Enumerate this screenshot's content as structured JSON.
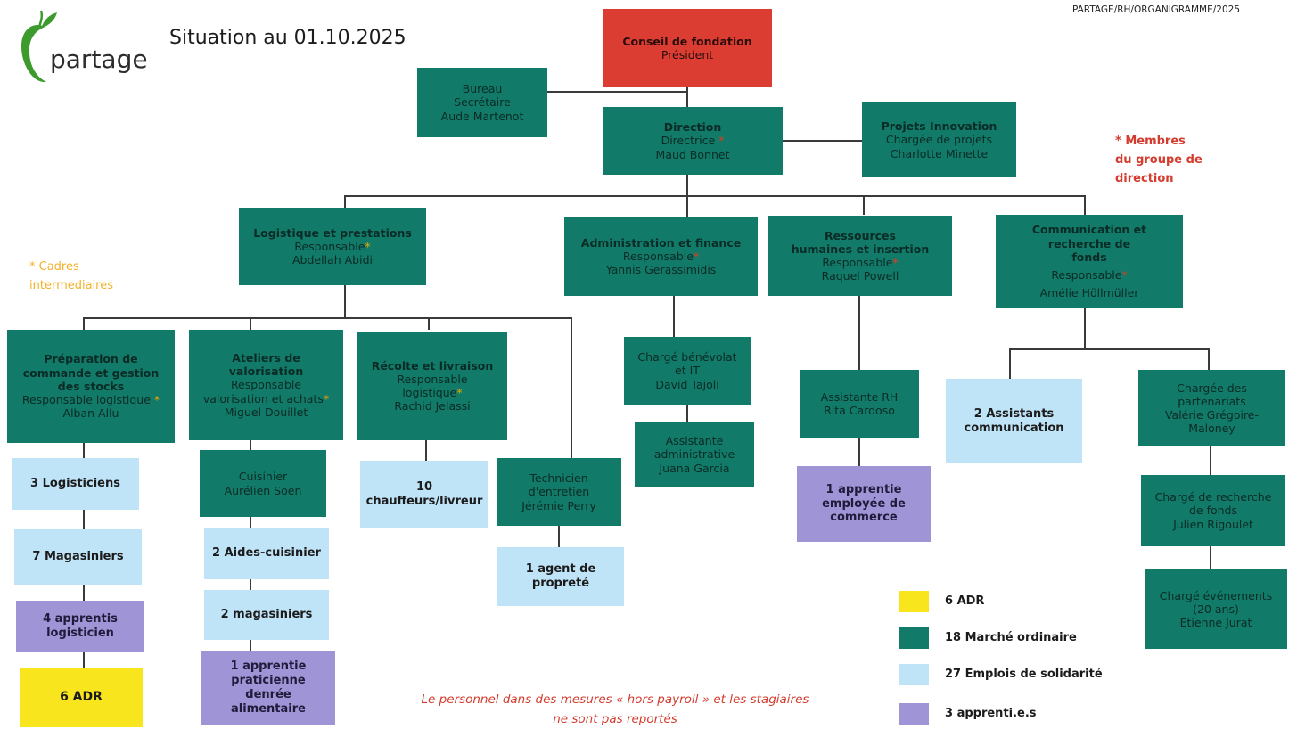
{
  "header": {
    "logo_text": "partage",
    "title": "Situation au 01.10.2025",
    "reference": "PARTAGE/RH/ORGANIGRAMME/2025"
  },
  "notes": {
    "membres_line1": "* Membres",
    "membres_line2": "du groupe de",
    "membres_line3": "direction",
    "cadres_line1": "* Cadres",
    "cadres_line2": "intermediaires",
    "footnote_line1": "Le personnel dans des mesures « hors payroll » et les stagiaires",
    "footnote_line2": "ne sont pas reportés"
  },
  "boxes": {
    "conseil": {
      "title": "Conseil de fondation",
      "role": "Président"
    },
    "bureau": {
      "l1": "Bureau",
      "l2": "Secrétaire",
      "l3": "Aude Martenot"
    },
    "direction": {
      "title": "Direction",
      "role": "Directrice",
      "name": "Maud Bonnet"
    },
    "projets": {
      "title": "Projets Innovation",
      "role": "Chargée de projets",
      "name": "Charlotte Minette"
    },
    "logistique": {
      "title": "Logistique et prestations",
      "role": "Responsable",
      "name": "Abdellah Abidi"
    },
    "admin": {
      "title": "Administration et finance",
      "role": "Responsable",
      "name": "Yannis Gerassimidis"
    },
    "rh": {
      "title1": "Ressources",
      "title2": "humaines et insertion",
      "role": "Responsable",
      "name": "Raquel Powell"
    },
    "comm": {
      "title1": "Communication et recherche de",
      "title2": "fonds",
      "role": "Responsable",
      "name": "Amélie Höllmüller"
    },
    "preparation": {
      "t1": "Préparation de",
      "t2": "commande et gestion",
      "t3": "des stocks",
      "role": "Responsable logistique",
      "name": "Alban Allu"
    },
    "ateliers": {
      "t1": "Ateliers de",
      "t2": "valorisation",
      "role1": "Responsable",
      "role2": "valorisation et achats",
      "name": "Miguel Douillet"
    },
    "recolte": {
      "title": "Récolte et livraison",
      "role1": "Responsable",
      "role2": "logistique",
      "name": "Rachid Jelassi"
    },
    "technicien": {
      "l1": "Technicien",
      "l2": "d'entretien",
      "l3": "Jérémie Perry"
    },
    "benevolat": {
      "l1": "Chargé bénévolat",
      "l2": "et IT",
      "l3": "David Tajoli"
    },
    "assistante_admin": {
      "l1": "Assistante",
      "l2": "administrative",
      "l3": "Juana Garcia"
    },
    "assistante_rh": {
      "l1": "Assistante RH",
      "l2": "Rita Cardoso"
    },
    "partenariats": {
      "l1": "Chargée des",
      "l2": "partenariats",
      "l3": "Valérie Grégoire-",
      "l4": "Maloney"
    },
    "recherche": {
      "l1": "Chargé de recherche",
      "l2": "de fonds",
      "l3": "Julien Rigoulet"
    },
    "evenements": {
      "l1": "Chargé événements",
      "l2": "(20 ans)",
      "l3": "Etienne Jurat"
    },
    "logisticiens": {
      "l1": "3 Logisticiens"
    },
    "magasiniers7": {
      "l1": "7 Magasiniers"
    },
    "apprentis_log": {
      "l1": "4 apprentis",
      "l2": "logisticien"
    },
    "adr": {
      "l1": "6 ADR"
    },
    "cuisinier": {
      "l1": "Cuisinier",
      "l2": "Aurélien Soen"
    },
    "aides_cuisinier": {
      "l1": "2 Aides-cuisinier"
    },
    "magasiniers2": {
      "l1": "2 magasiniers"
    },
    "apprentie_prat": {
      "l1": "1 apprentie",
      "l2": "praticienne denrée",
      "l3": "alimentaire"
    },
    "chauffeurs": {
      "l1": "10",
      "l2": "chauffeurs/livreur"
    },
    "agent_proprete": {
      "l1": "1 agent de",
      "l2": "propreté"
    },
    "apprentie_emp": {
      "l1": "1 apprentie",
      "l2": "employée de",
      "l3": "commerce"
    },
    "assistants_comm": {
      "l1": "2 Assistants",
      "l2": "communication"
    }
  },
  "legend": [
    {
      "label": "6 ADR",
      "color": "#f8e51d"
    },
    {
      "label": "18 Marché ordinaire",
      "color": "#127a68"
    },
    {
      "label": "27 Emplois de solidarité",
      "color": "#bfe3f7"
    },
    {
      "label": "3 apprenti.e.s",
      "color": "#9f95d6"
    }
  ],
  "colors": {
    "dark_green": "#127a68",
    "red": "#dc3d33",
    "light_blue": "#bfe3f7",
    "purple": "#9f95d6",
    "yellow": "#f8e51d",
    "logo_green": "#3d9a2c"
  }
}
